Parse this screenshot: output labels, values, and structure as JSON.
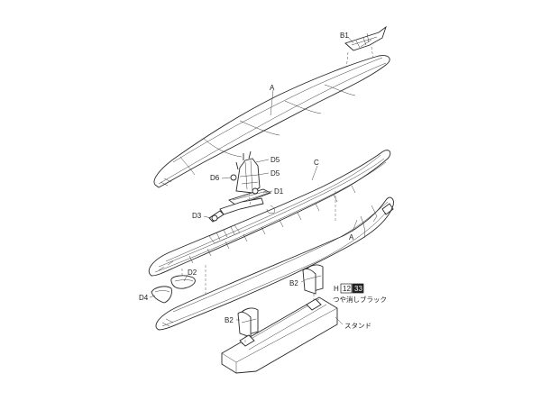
{
  "labels": {
    "b1": "B1",
    "a_top": "A",
    "c": "C",
    "a_bottom": "A",
    "d5_top": "D5",
    "d5_bottom": "D5",
    "d6": "D6",
    "d1": "D1",
    "d3": "D3",
    "d2": "D2",
    "d4": "D4",
    "b2_right": "B2",
    "b2_left": "B2"
  },
  "paint": {
    "code_letter": "H",
    "code_box1": "12",
    "code_box2": "33",
    "name": "つや消しブラック"
  },
  "stand": {
    "label": "スタンド"
  }
}
